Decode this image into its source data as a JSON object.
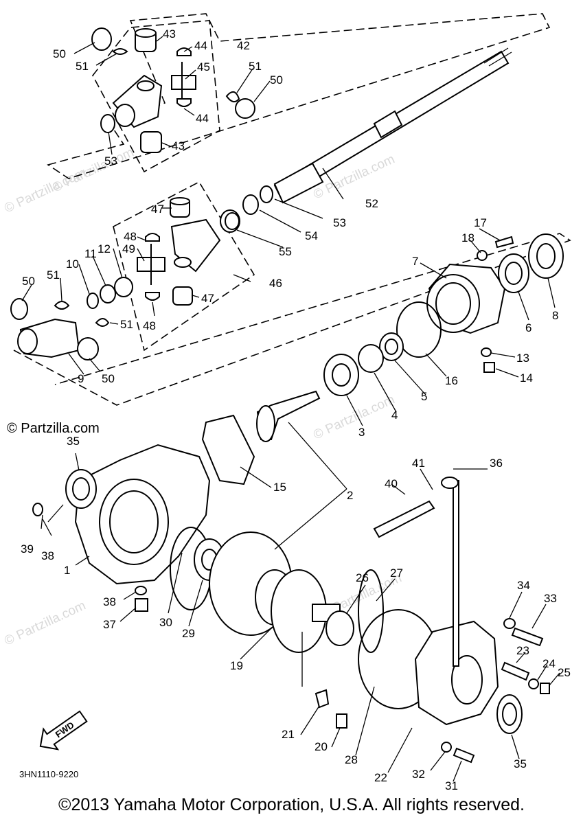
{
  "watermark": "© Partzilla.com",
  "drawing_code": "3HN1110-9220",
  "fwd_label": "FWD",
  "copyright": "©2013 Yamaha Motor Corporation, U.S.A. All rights reserved.",
  "callouts": [
    "50",
    "51",
    "43",
    "44",
    "42",
    "45",
    "51",
    "50",
    "44",
    "43",
    "53",
    "52",
    "53",
    "54",
    "55",
    "47",
    "48",
    "49",
    "12",
    "11",
    "10",
    "51",
    "50",
    "51",
    "47",
    "48",
    "46",
    "9",
    "50",
    "17",
    "18",
    "7",
    "8",
    "6",
    "13",
    "14",
    "16",
    "5",
    "4",
    "3",
    "15",
    "2",
    "35",
    "39",
    "38",
    "1",
    "30",
    "29",
    "38",
    "37",
    "26",
    "27",
    "19",
    "36",
    "41",
    "40",
    "34",
    "33",
    "23",
    "24",
    "25",
    "21",
    "20",
    "28",
    "22",
    "32",
    "31",
    "35"
  ]
}
